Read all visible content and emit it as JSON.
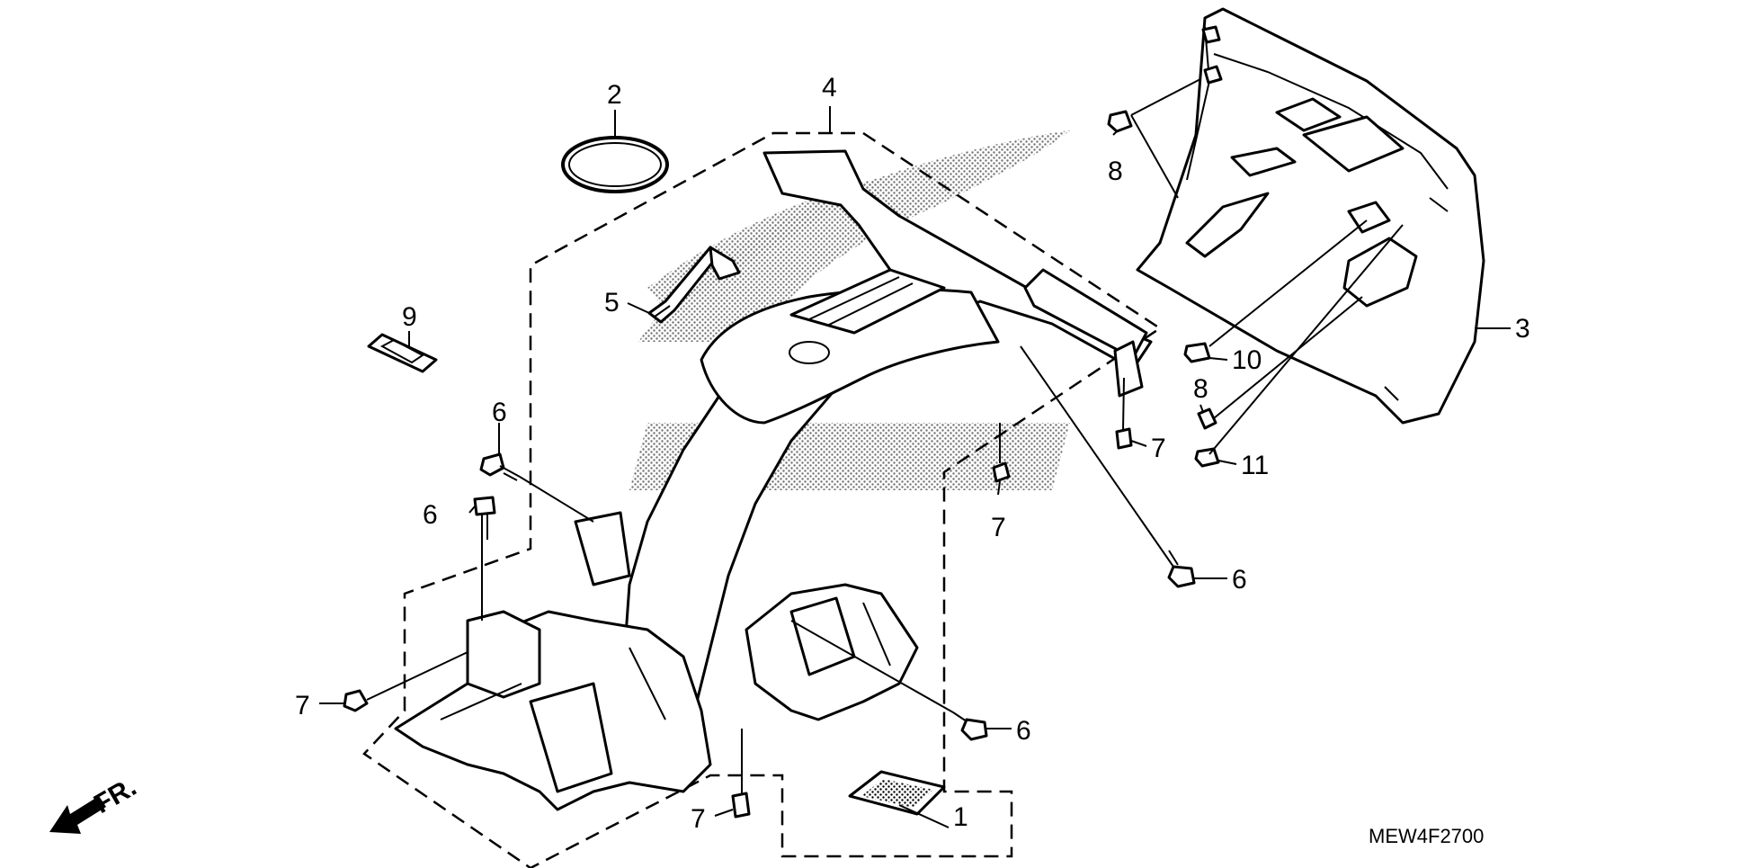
{
  "diagram": {
    "callouts": [
      {
        "id": "1",
        "text": "1"
      },
      {
        "id": "2",
        "text": "2"
      },
      {
        "id": "3",
        "text": "3"
      },
      {
        "id": "4",
        "text": "4"
      },
      {
        "id": "5",
        "text": "5"
      },
      {
        "id": "6a",
        "text": "6"
      },
      {
        "id": "6b",
        "text": "6"
      },
      {
        "id": "6c",
        "text": "6"
      },
      {
        "id": "6d",
        "text": "6"
      },
      {
        "id": "7a",
        "text": "7"
      },
      {
        "id": "7b",
        "text": "7"
      },
      {
        "id": "7c",
        "text": "7"
      },
      {
        "id": "7d",
        "text": "7"
      },
      {
        "id": "8a",
        "text": "8"
      },
      {
        "id": "8b",
        "text": "8"
      },
      {
        "id": "9",
        "text": "9"
      },
      {
        "id": "10",
        "text": "10"
      },
      {
        "id": "11",
        "text": "11"
      }
    ],
    "direction_label": "FR.",
    "diagram_code": "MEW4F2700"
  }
}
